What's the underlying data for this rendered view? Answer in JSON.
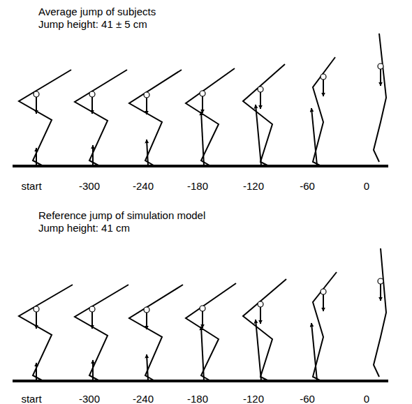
{
  "diagram": {
    "labels": [
      "Average jump of subjects",
      "Jump height: 41 ± 5 cm",
      "start",
      "-300",
      "-240",
      "-180",
      "-120",
      "-60",
      "0",
      "Reference jump of simulation model",
      "Jump height: 41 cm",
      "start",
      "-300",
      "-240",
      "-180",
      "-120",
      "-60",
      "0"
    ]
  }
}
